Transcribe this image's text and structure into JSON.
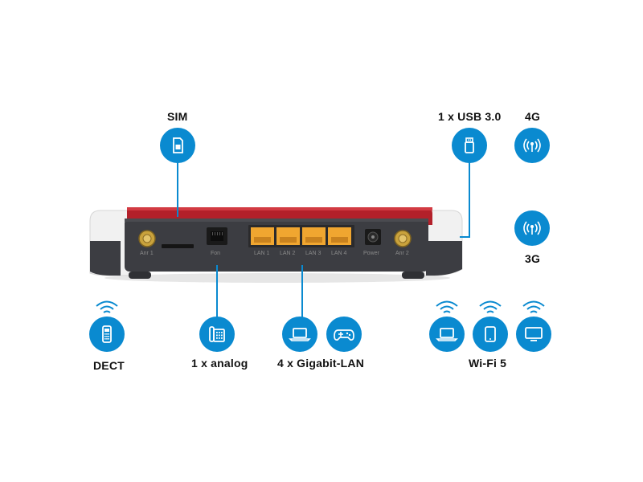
{
  "labels": {
    "sim": "SIM",
    "usb": "1 x USB 3.0",
    "g4": "4G",
    "g3": "3G",
    "dect": "DECT",
    "analog": "1 x analog",
    "lan": "4 x Gigabit-LAN",
    "wifi": "Wi-Fi 5"
  },
  "ports": {
    "ant1": "Anr 1",
    "fon": "Fon",
    "lan1": "LAN 1",
    "lan2": "LAN 2",
    "lan3": "LAN 3",
    "lan4": "LAN 4",
    "power": "Power",
    "ant2": "Anr 2"
  },
  "icons": {
    "sim": "sim-card-icon",
    "usb": "usb-stick-icon",
    "g4": "antenna-icon",
    "g3": "antenna-icon",
    "dect": "cordless-phone-icon",
    "analog": "desk-phone-icon",
    "laptop": "laptop-icon",
    "gamepad": "gamepad-icon",
    "tablet": "tablet-icon",
    "tv": "monitor-icon"
  },
  "colors": {
    "accent": "#0a8ad0",
    "router_red": "#b3202a",
    "router_body": "#3c3d42",
    "lan_port": "#f0a630"
  }
}
